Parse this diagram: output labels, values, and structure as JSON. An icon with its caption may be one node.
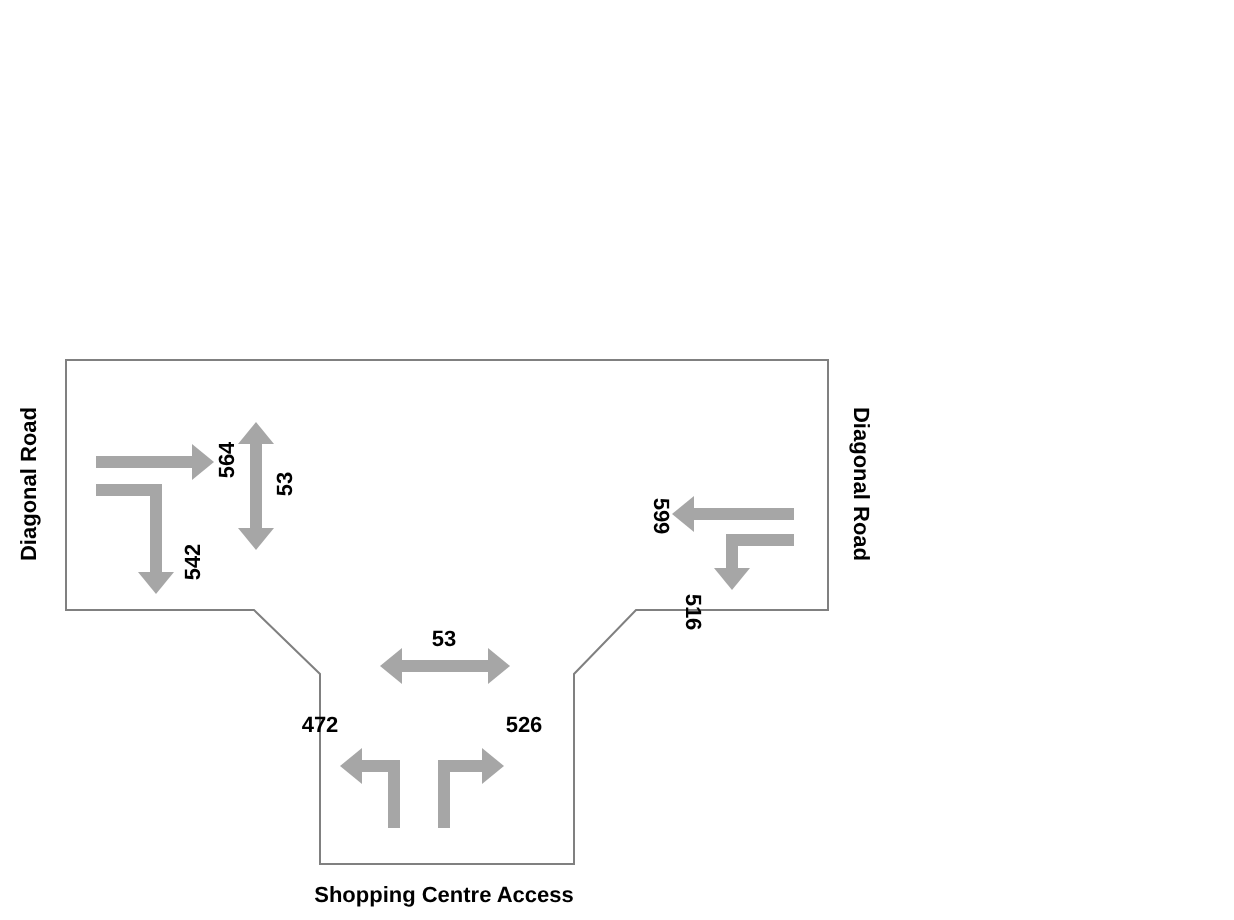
{
  "diagram": {
    "labels": [
      "Diagonal Road",
      "564",
      "53",
      "Diagonal Road",
      "599",
      "542",
      "516",
      "53",
      "472",
      "526",
      "Shopping Centre Access"
    ]
  }
}
